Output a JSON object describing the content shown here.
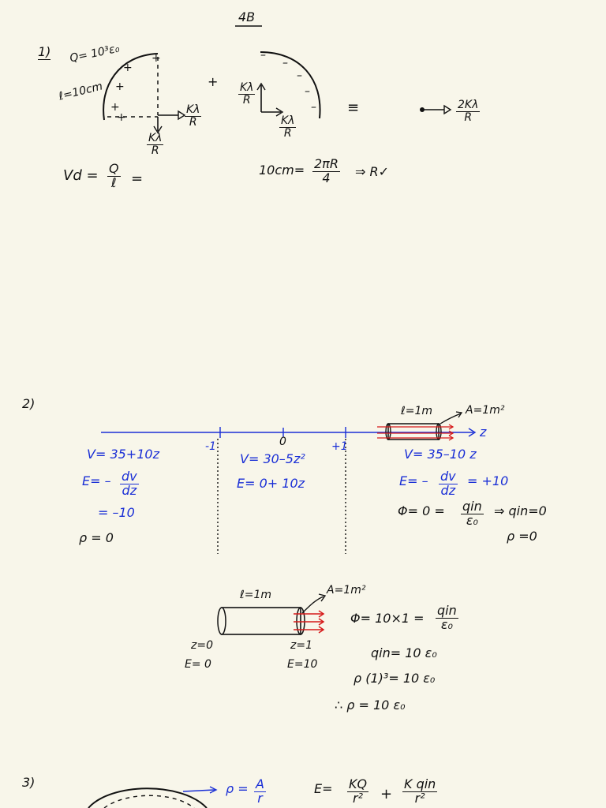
{
  "page_label": "4B",
  "colors": {
    "ink": "#111111",
    "blue": "#1a2fd6",
    "red": "#d61a1a",
    "paper": "#f8f6ea"
  },
  "q1": {
    "number": "1)",
    "given_q": "Q= 10³ε₀",
    "given_l": "ℓ=10cm",
    "plus_signs": [
      "+",
      "+",
      "+",
      "+",
      "+"
    ],
    "minus_signs": [
      "–",
      "–",
      "–",
      "–",
      "–"
    ],
    "arrow1_num": "Kλ",
    "arrow1_den": "R",
    "arrow2_num": "Kλ",
    "arrow2_den": "R",
    "plus": "+",
    "arrow3_num": "Kλ",
    "arrow3_den": "R",
    "arrow4_num": "Kλ",
    "arrow4_den": "R",
    "equiv": "≡",
    "result_num": "2Kλ",
    "result_den": "R",
    "lambda_lhs": "Vd =",
    "lambda_num": "Q",
    "lambda_den": "ℓ",
    "lambda_eq": "=",
    "arc_lhs": "10cm=",
    "arc_num": "2πR",
    "arc_den": "4",
    "arc_rhs": "⇒ R✓"
  },
  "q2": {
    "number": "2)",
    "gauss_l": "ℓ=1m",
    "gauss_a": "A=1m²",
    "axis_label": "z",
    "tick_neg": "-1",
    "tick_zero": "0",
    "tick_pos": "+1",
    "left_v": "V= 35+10z",
    "left_e_lhs": "E= –",
    "left_e_num": "dv",
    "left_e_den": "dz",
    "left_e2": "= –10",
    "left_rho": "ρ = 0",
    "mid_v": "V= 30–5z²",
    "mid_e": "E= 0+ 10z",
    "right_v": "V= 35–10 z",
    "right_e_lhs": "E= –",
    "right_e_num": "dv",
    "right_e_den": "dz",
    "right_e_rhs": "= +10",
    "flux_lhs": "Φ= 0 =",
    "flux_num": "qin",
    "flux_den": "ε₀",
    "flux_rhs": "⇒ qin=0",
    "flux_rho": "ρ =0",
    "cyl_l": "ℓ=1m",
    "cyl_a": "A=1m²",
    "z0": "z=0",
    "e0": "E= 0",
    "z1": "z=1",
    "e1": "E=10",
    "phi_lhs": "Φ= 10×1 =",
    "phi_num": "qin",
    "phi_den": "ε₀",
    "qin_line": "qin= 10 ε₀",
    "rho_line": "ρ (1)³= 10 ε₀",
    "final_line": "∴  ρ = 10 ε₀"
  },
  "q3": {
    "number": "3)",
    "rho_lhs": "ρ =",
    "rho_num": "A",
    "rho_den": "r",
    "e_lhs": "E=",
    "e_t1_num": "KQ",
    "e_t1_den": "r²",
    "plus": "+",
    "e_t2_num": "K qin",
    "e_t2_den": "r²"
  }
}
